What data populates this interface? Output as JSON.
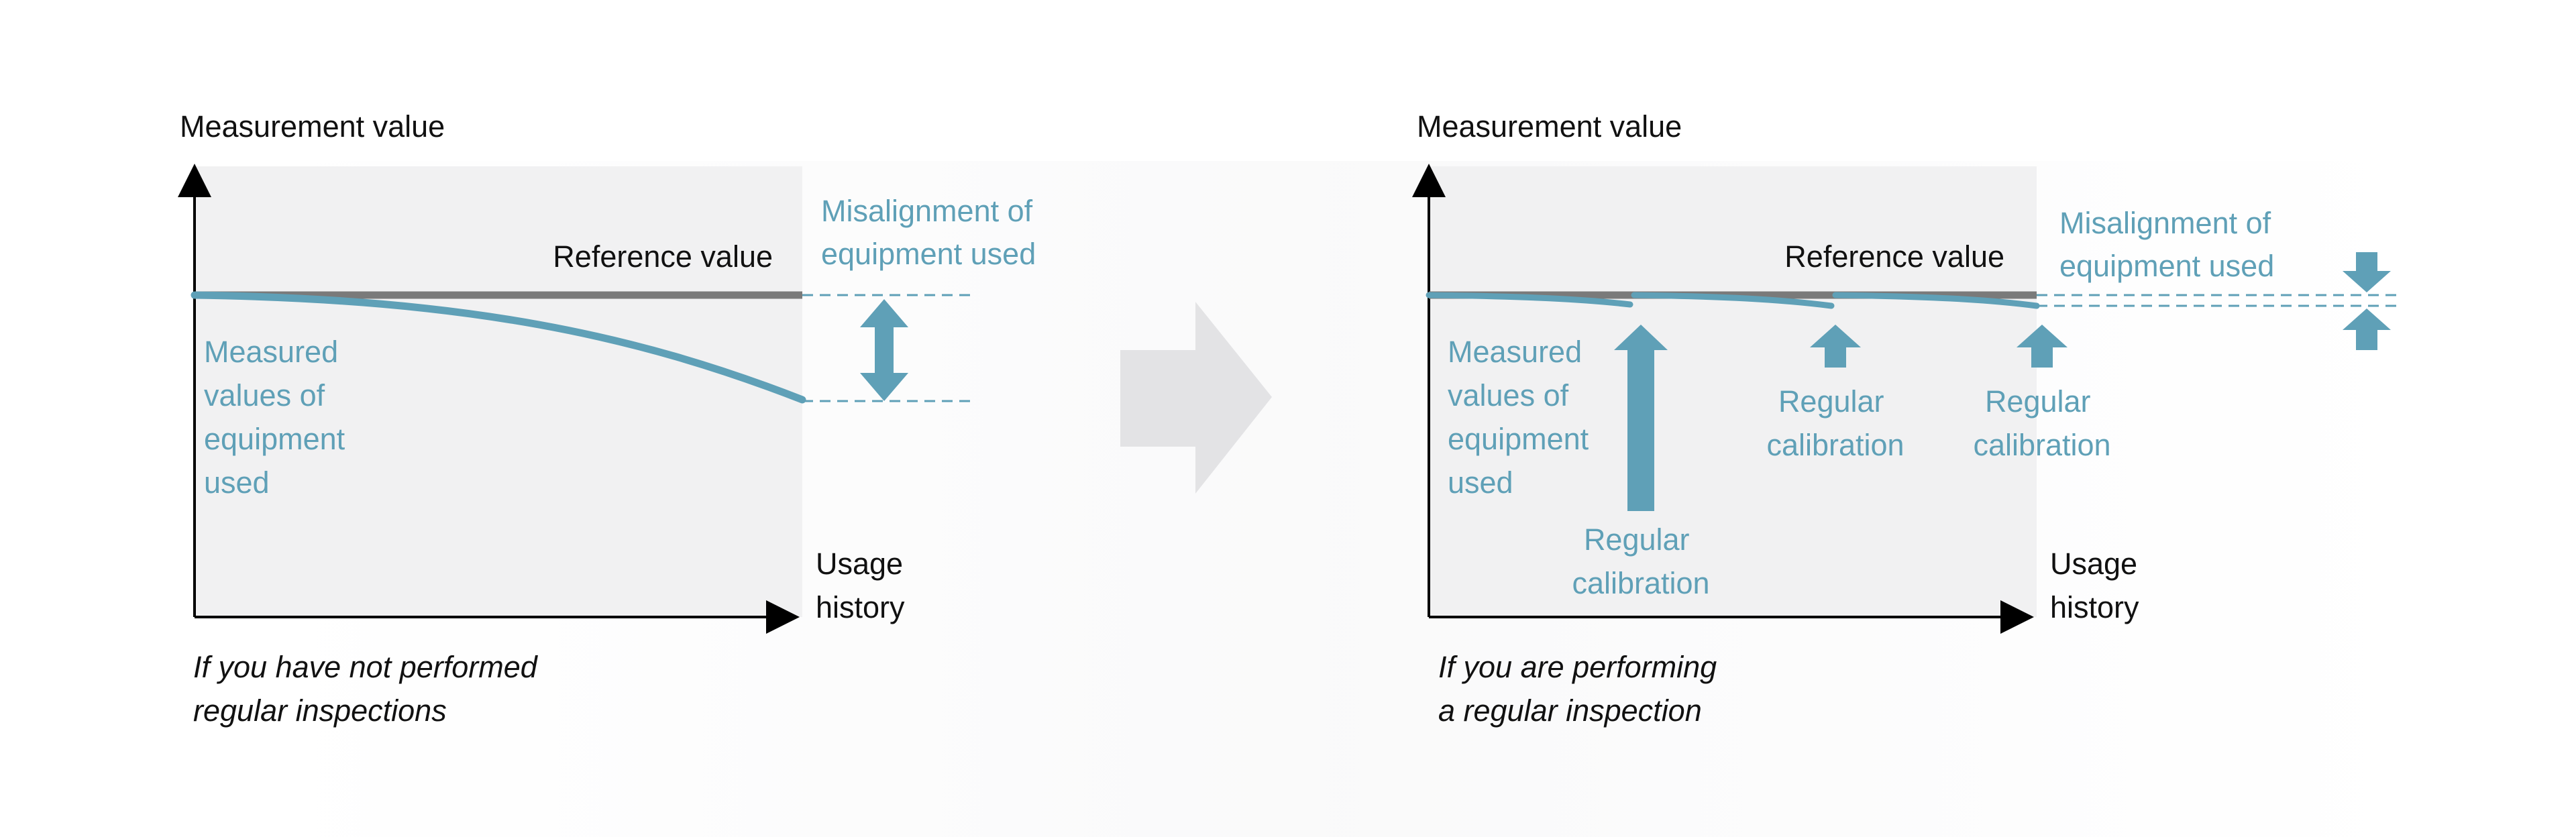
{
  "colors": {
    "accent": "#5fa0b7",
    "reference_line": "#7a7a7a",
    "plot_background": "#f1f1f2",
    "axis": "#000000",
    "text": "#111111",
    "transition_arrow": "#e3e3e5"
  },
  "left_panel": {
    "y_axis_label": "Measurement value",
    "x_axis_label_line1": "Usage",
    "x_axis_label_line2": "history",
    "reference_label": "Reference value",
    "misalignment_line1": "Misalignment of",
    "misalignment_line2": "equipment used",
    "measured_line1": "Measured",
    "measured_line2": "values of",
    "measured_line3": "equipment",
    "measured_line4": "used",
    "caption_line1": "If you have not performed",
    "caption_line2": "regular inspections",
    "icons": [
      "double-arrow-icon"
    ]
  },
  "right_panel": {
    "y_axis_label": "Measurement value",
    "x_axis_label_line1": "Usage",
    "x_axis_label_line2": "history",
    "reference_label": "Reference value",
    "misalignment_line1": "Misalignment of",
    "misalignment_line2": "equipment used",
    "measured_line1": "Measured",
    "measured_line2": "values of",
    "measured_line3": "equipment",
    "measured_line4": "used",
    "calibration_1_line1": "Regular",
    "calibration_1_line2": "calibration",
    "calibration_2_line1": "Regular",
    "calibration_2_line2": "calibration",
    "calibration_3_line1": "Regular",
    "calibration_3_line2": "calibration",
    "caption_line1": "If you are performing",
    "caption_line2": "a regular inspection",
    "icons": [
      "up-arrow-icon",
      "down-arrow-icon"
    ]
  },
  "transition_icon": "right-arrow-icon"
}
